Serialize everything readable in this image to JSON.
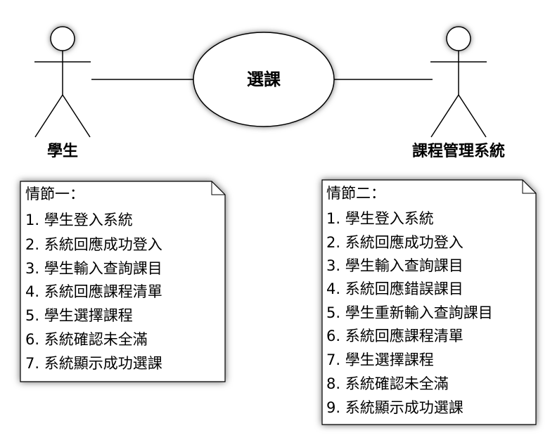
{
  "actors": {
    "student": {
      "label": "學生"
    },
    "system": {
      "label": "課程管理系統"
    }
  },
  "use_case": {
    "label": "選課"
  },
  "notes": [
    {
      "title": "情節一：",
      "steps": [
        "1. 學生登入系統",
        "2. 系統回應成功登入",
        "3. 學生輸入查詢課目",
        "4. 系統回應課程清單",
        "5. 學生選擇課程",
        "6. 系統確認未全滿",
        "7. 系統顯示成功選課"
      ]
    },
    {
      "title": "情節二：",
      "steps": [
        "1. 學生登入系統",
        "2. 系統回應成功登入",
        "3. 學生輸入查詢課目",
        "4. 系統回應錯誤課目",
        "5. 學生重新輸入查詢課目",
        "6. 系統回應課程清單",
        "7. 學生選擇課程",
        "8. 系統確認未全滿",
        "9. 系統顯示成功選課"
      ]
    }
  ]
}
